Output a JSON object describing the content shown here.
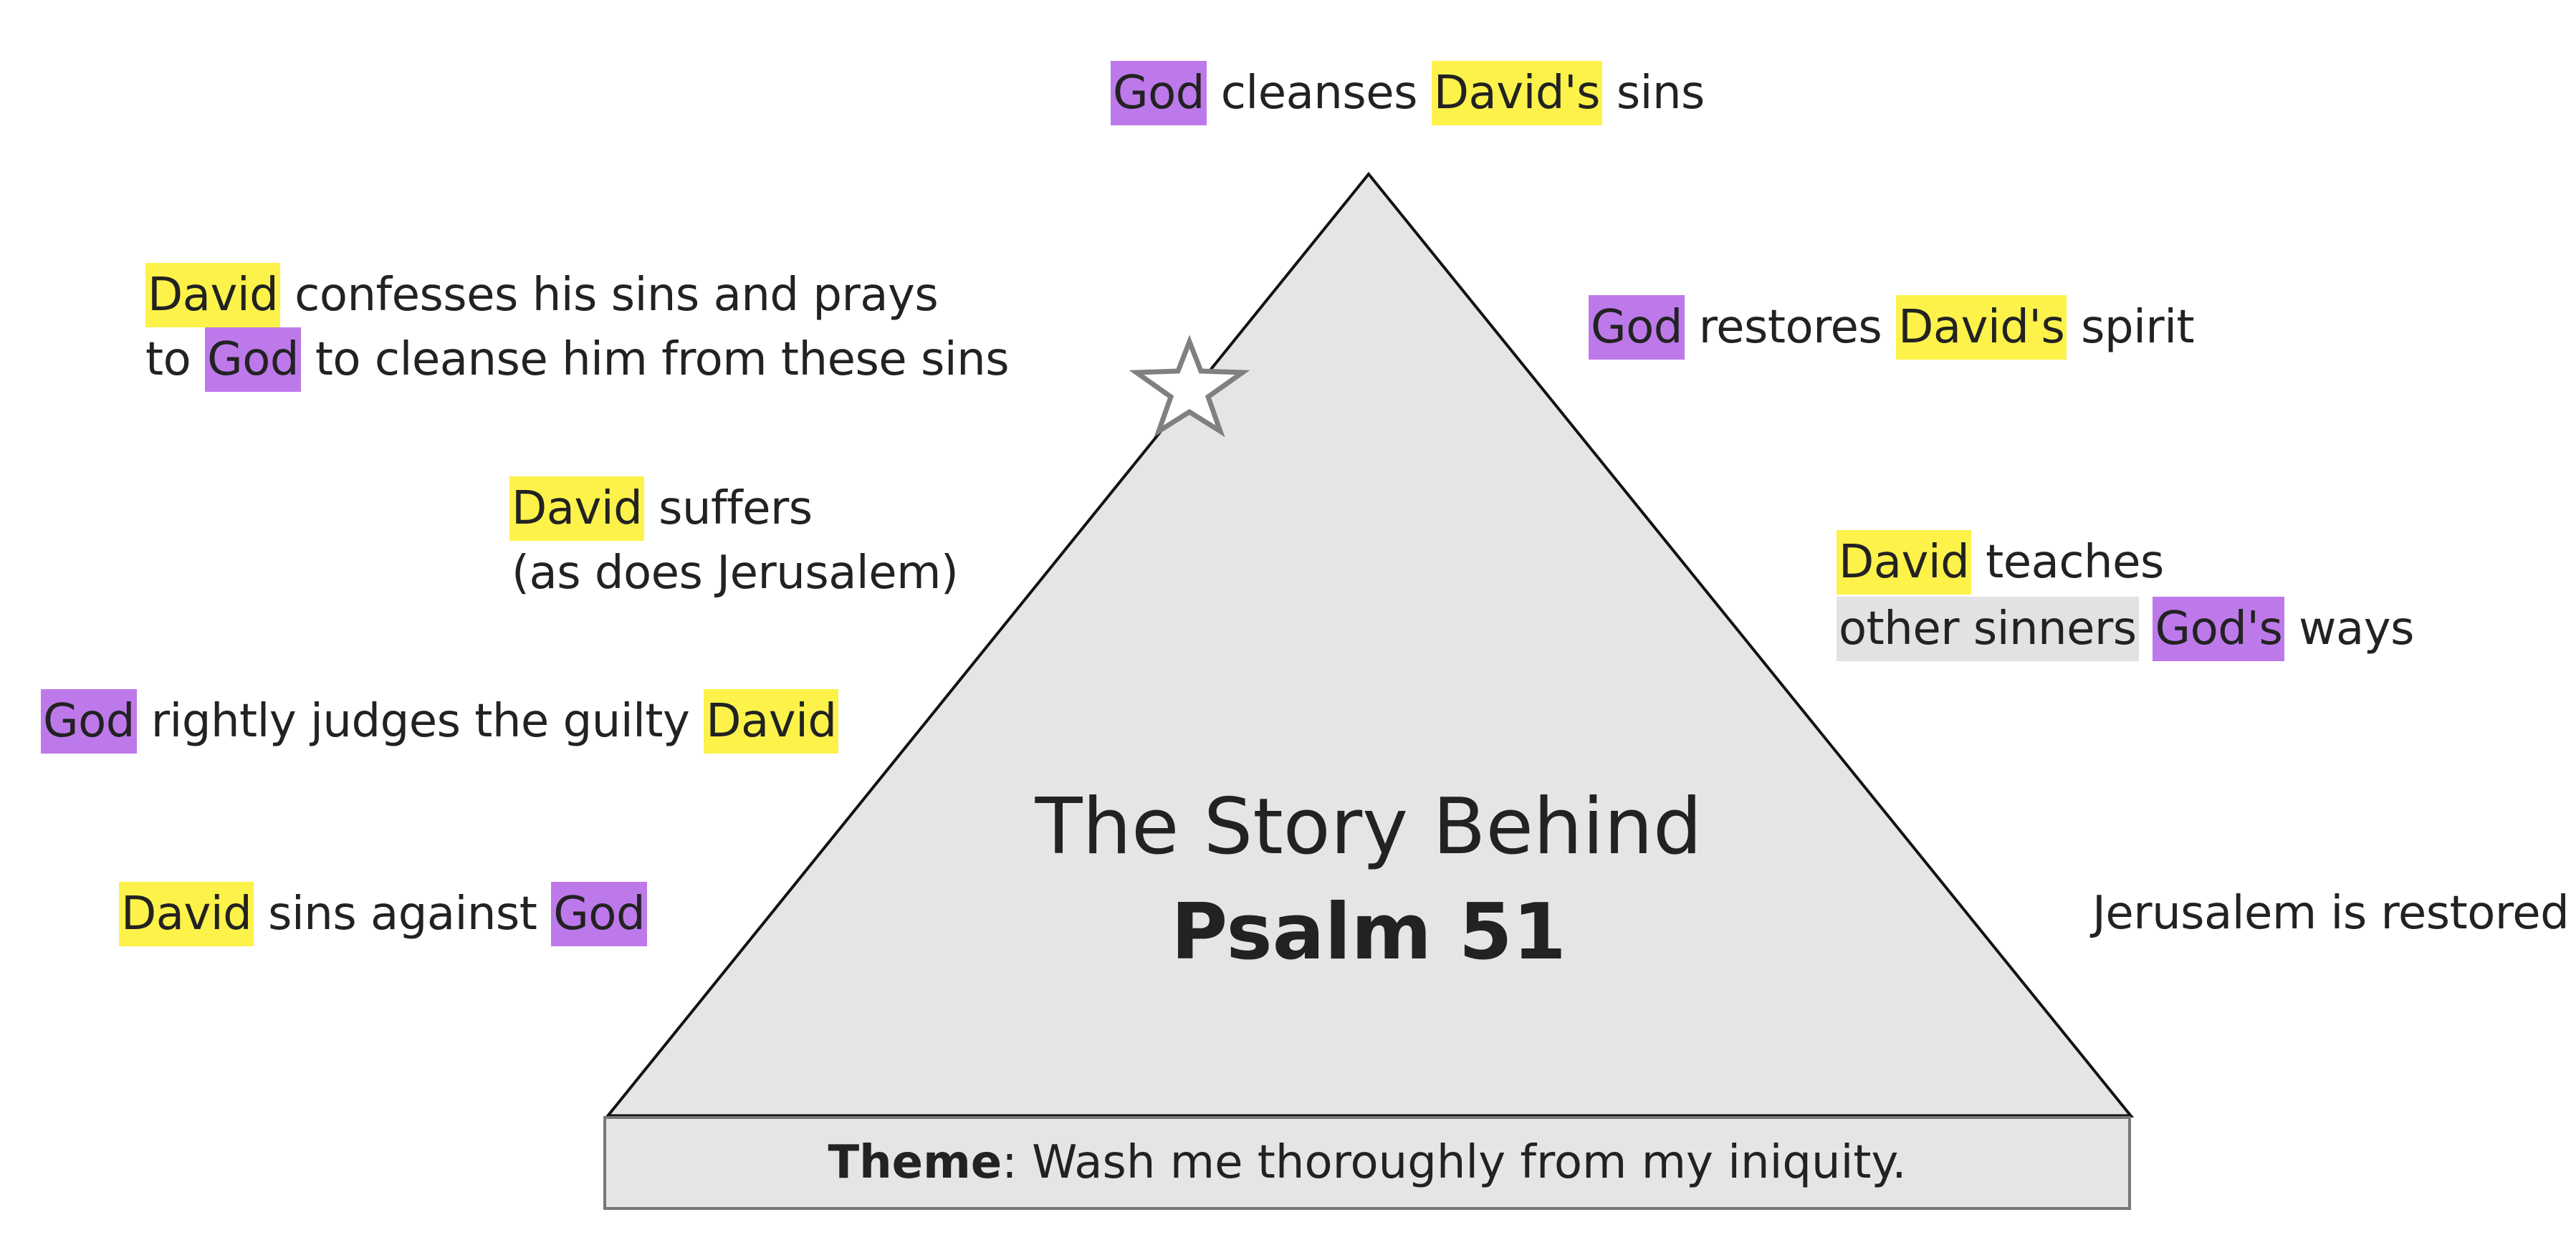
{
  "colors": {
    "david_highlight": "#fcf24a",
    "god_highlight": "#bd79ea",
    "neutral_highlight": "#e2e2e2",
    "triangle_fill": "#e5e5e5",
    "triangle_stroke": "#111111",
    "star_stroke": "#808080"
  },
  "icons": {
    "star": "star-outline-icon"
  },
  "title": {
    "line1": "The Story Behind",
    "line2": "Psalm 51"
  },
  "theme": {
    "label": "Theme",
    "separator": ":",
    "text": " Wash me thoroughly from my iniquity."
  },
  "left_events": {
    "david_sins": {
      "david": "David",
      "mid": " sins against ",
      "god": "God"
    },
    "god_judges": {
      "god": "God",
      "mid": " rightly judges the guilty ",
      "david": "David"
    },
    "david_suffers": {
      "david": "David",
      "rest": " suffers",
      "line2": "(as does Jerusalem)"
    },
    "david_confesses": {
      "david": "David",
      "rest": " confesses his sins and prays",
      "line2_start": "to ",
      "god": "God",
      "line2_end": " to cleanse him from these sins"
    }
  },
  "peak_event": {
    "god": "God",
    "mid": " cleanses ",
    "david": "David's",
    "end": " sins"
  },
  "right_events": {
    "god_restores": {
      "god": "God",
      "mid": " restores ",
      "david": "David's",
      "end": " spirit"
    },
    "david_teaches": {
      "david": "David",
      "rest": " teaches",
      "line2_plain": "other sinners",
      "space": " ",
      "god": "God's",
      "end": " ways"
    },
    "jerusalem_restored": {
      "text": "Jerusalem is restored"
    }
  }
}
